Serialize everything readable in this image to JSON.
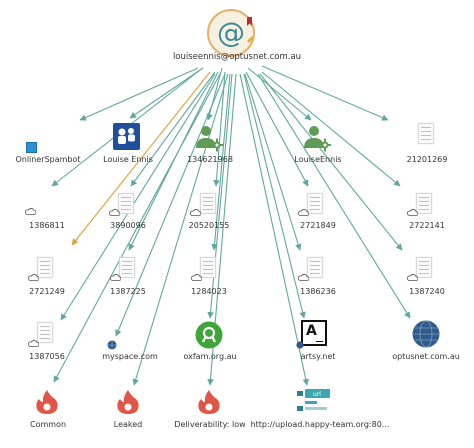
{
  "center": {
    "label": "louiseennis@optusnet.com.au",
    "icon": "at-sign-icon"
  },
  "nodes": {
    "onliner": {
      "label": "OnlinerSpambot",
      "icon": "spambot-icon"
    },
    "louise_ennis": {
      "label": "Louise Ennis",
      "icon": "social-network-icon"
    },
    "id134621968": {
      "label": "134621968",
      "icon": "user-settings-icon"
    },
    "louiseennis": {
      "label": "LouiseEnnis",
      "icon": "user-settings-icon"
    },
    "id21201269": {
      "label": "21201269",
      "icon": "document-icon"
    },
    "id1386811": {
      "label": "1386811",
      "icon": "cloud-icon"
    },
    "id3890096": {
      "label": "3890096",
      "icon": "document-icon"
    },
    "id20520155": {
      "label": "20520155",
      "icon": "document-icon"
    },
    "id2721849": {
      "label": "2721849",
      "icon": "document-icon"
    },
    "id2722141": {
      "label": "2722141",
      "icon": "document-icon"
    },
    "id2721249": {
      "label": "2721249",
      "icon": "document-icon"
    },
    "id1387225": {
      "label": "1387225",
      "icon": "document-icon"
    },
    "id1284023": {
      "label": "1284023",
      "icon": "document-icon"
    },
    "id1386236": {
      "label": "1386236",
      "icon": "document-icon"
    },
    "id1387240": {
      "label": "1387240",
      "icon": "document-icon"
    },
    "id1387056": {
      "label": "1387056",
      "icon": "document-icon"
    },
    "myspace": {
      "label": "myspace.com",
      "icon": "globe-icon"
    },
    "oxfam": {
      "label": "oxfam.org.au",
      "icon": "oxfam-logo-icon"
    },
    "artsy": {
      "label": "artsy.net",
      "icon": "artsy-logo-icon"
    },
    "optusnet": {
      "label": "optusnet.com.au",
      "icon": "globe-icon"
    },
    "common": {
      "label": "Common",
      "icon": "breach-flame-icon"
    },
    "leaked": {
      "label": "Leaked",
      "icon": "breach-flame-icon"
    },
    "deliverability": {
      "label": "Deliverability: low",
      "icon": "breach-flame-icon"
    },
    "upload_url": {
      "label": "http://upload.happy-team.org:80...",
      "icon": "url-link-icon"
    }
  },
  "colors": {
    "edge": "#5fa8a0",
    "edge_highlight": "#e0a030",
    "flame": "#e05548",
    "globe": "#2f5a8a",
    "center_ring": "#e8b068",
    "oxfam": "#3ea53a"
  }
}
